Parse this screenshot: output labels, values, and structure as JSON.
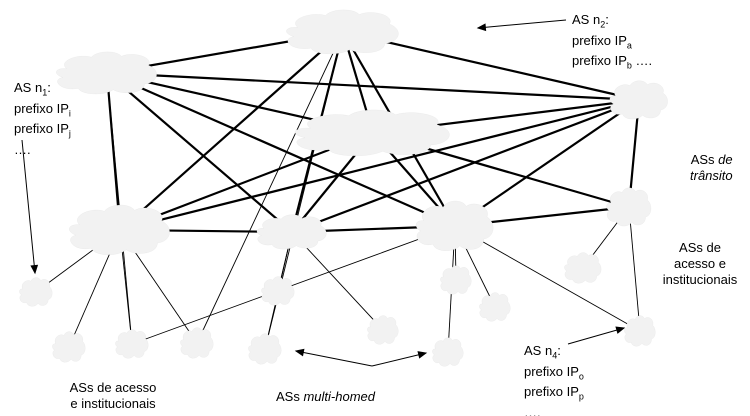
{
  "labels": {
    "as2": {
      "title": "AS n",
      "title_sub": "2",
      "title_end": ":",
      "p1": "prefixo IP",
      "p1_sub": "a",
      "p2": "prefixo IP",
      "p2_sub": "b",
      "p2_end": " …."
    },
    "as1": {
      "title": "AS n",
      "title_sub": "1",
      "title_end": ":",
      "p1": "prefixo IP",
      "p1_sub": "i",
      "p2": "prefixo IP",
      "p2_sub": "j",
      "dots": "…."
    },
    "transit": {
      "prefix": "ASs ",
      "italic1": "de",
      "italic2": "trânsito"
    },
    "access_right": {
      "l1": "ASs de",
      "l2": "acesso e",
      "l3": "institucionais"
    },
    "as4": {
      "title": "AS n",
      "title_sub": "4",
      "title_end": ":",
      "p1": "prefixo IP",
      "p1_sub": "o",
      "p2": "prefixo IP",
      "p2_sub": "p",
      "dots": "…."
    },
    "access_left": {
      "l1": "ASs de acesso",
      "l2": "e institucionais"
    },
    "multihomed": {
      "prefix": "ASs ",
      "italic": "multi-homed"
    }
  },
  "colors": {
    "cloud_fill": "#f2f2f2",
    "cloud_stroke": "#444444",
    "link": "#000000"
  }
}
